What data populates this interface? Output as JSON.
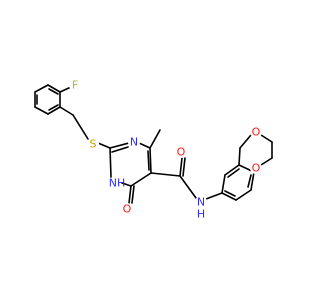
{
  "molecule": {
    "atom_labels": {
      "fluorine": "F",
      "sulfur": "S",
      "ring_nitrogen": "N",
      "ring_nh": "NH",
      "ring_h": "H",
      "ring_carbonyl_oxygen": "O",
      "amide_oxygen": "O",
      "amide_nitrogen": "N",
      "amide_h": "H",
      "dioxane_oxygen_top": "O",
      "dioxane_oxygen_bottom": "O"
    },
    "colors": {
      "bond": "#000000",
      "fluorine": "#90c040",
      "sulfur": "#c8a000",
      "nitrogen": "#2c2cff",
      "oxygen": "#ff1a1a",
      "background": "#ffffff"
    }
  }
}
